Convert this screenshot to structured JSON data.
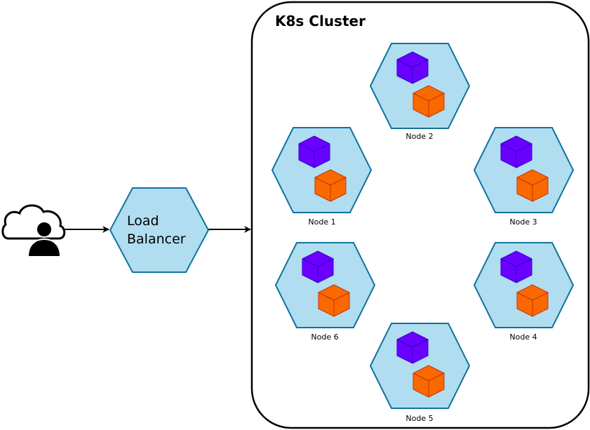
{
  "cluster": {
    "title": "K8s Cluster"
  },
  "load_balancer": {
    "line1": "Load",
    "line2": "Balancer"
  },
  "user": {
    "icon": "cloud-user-icon"
  },
  "colors": {
    "hex_fill": "#b1ddf0",
    "hex_stroke": "#10739e",
    "pod_purple": "#6a00ff",
    "pod_purple_stroke": "#3700cc",
    "pod_orange": "#fa6800",
    "pod_orange_stroke": "#c73500"
  },
  "nodes": [
    {
      "label": "Node 2"
    },
    {
      "label": "Node 1"
    },
    {
      "label": "Node 3"
    },
    {
      "label": "Node 6"
    },
    {
      "label": "Node 4"
    },
    {
      "label": "Node 5"
    }
  ]
}
